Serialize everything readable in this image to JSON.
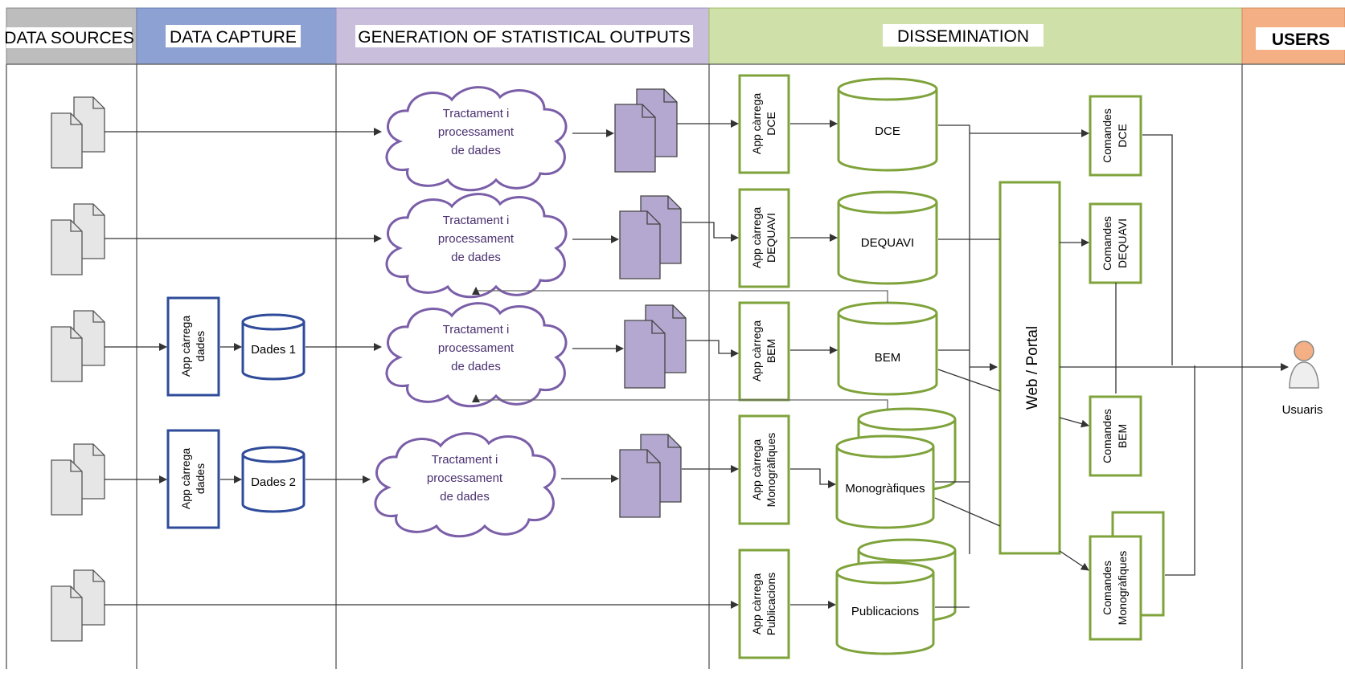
{
  "lanes": {
    "data_sources": "DATA SOURCES",
    "data_capture": "DATA CAPTURE",
    "generation": "GENERATION OF STATISTICAL OUTPUTS",
    "dissemination": "DISSEMINATION",
    "users": "USERS"
  },
  "colors": {
    "lane_sources": "#bdbdbd",
    "lane_capture": "#8ea1d3",
    "lane_generation": "#c9bfdc",
    "lane_dissemination": "#cfe0a9",
    "lane_users": "#f4b084",
    "cloud_stroke": "#7b5ea8",
    "doc_purple": "#b4a8d0",
    "app_blue": "#2f4b9a",
    "app_green": "#7fa33b"
  },
  "clouds": [
    {
      "line1": "Tractament i",
      "line2": "processament",
      "line3": "de dades"
    },
    {
      "line1": "Tractament i",
      "line2": "processament",
      "line3": "de dades"
    },
    {
      "line1": "Tractament i",
      "line2": "processament",
      "line3": "de dades"
    },
    {
      "line1": "Tractament i",
      "line2": "processament",
      "line3": "de dades"
    }
  ],
  "capture": {
    "app1": {
      "line1": "App càrrega",
      "line2": "dades"
    },
    "app2": {
      "line1": "App càrrega",
      "line2": "dades"
    },
    "db1": "Dades 1",
    "db2": "Dades 2"
  },
  "apps": [
    {
      "line1": "App càrrega",
      "line2": "DCE"
    },
    {
      "line1": "App càrrega",
      "line2": "DEQUAVI"
    },
    {
      "line1": "App càrrega",
      "line2": "BEM"
    },
    {
      "line1": "App càrrega",
      "line2": "Monogràfiques"
    },
    {
      "line1": "App càrrega",
      "line2": "Publicacions"
    }
  ],
  "databases": [
    "DCE",
    "DEQUAVI",
    "BEM",
    "Monogràfiques",
    "Publicacions"
  ],
  "portal": "Web / Portal",
  "commands": [
    {
      "line1": "Comandes",
      "line2": "DCE"
    },
    {
      "line1": "Comandes",
      "line2": "DEQUAVI"
    },
    {
      "line1": "Comandes",
      "line2": "BEM"
    },
    {
      "line1": "Comandes",
      "line2": "Monogràfiques"
    }
  ],
  "user_label": "Usuaris"
}
